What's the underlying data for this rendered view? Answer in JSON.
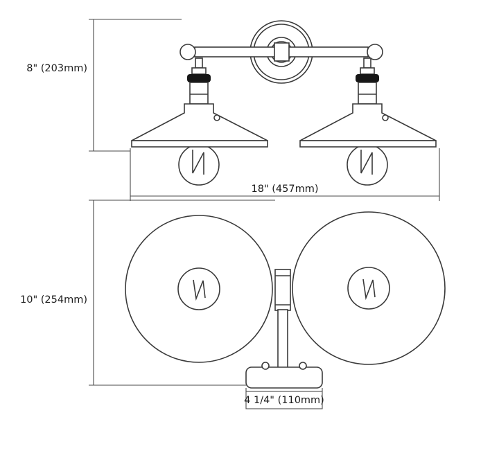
{
  "diagram": {
    "kind": "line-drawing",
    "dimensions": {
      "height": {
        "label": "8\" (203mm)"
      },
      "width": {
        "label": "18\" (457mm)"
      },
      "depth": {
        "label": "10\" (254mm)"
      },
      "backplate": {
        "label": "4 1/4\" (110mm)"
      }
    },
    "colors": {
      "background": "#ffffff",
      "line": "#3a3a3a",
      "dimension_line": "#4a4a4a",
      "socket_band": "#161616",
      "text": "#1c1c1c"
    }
  }
}
